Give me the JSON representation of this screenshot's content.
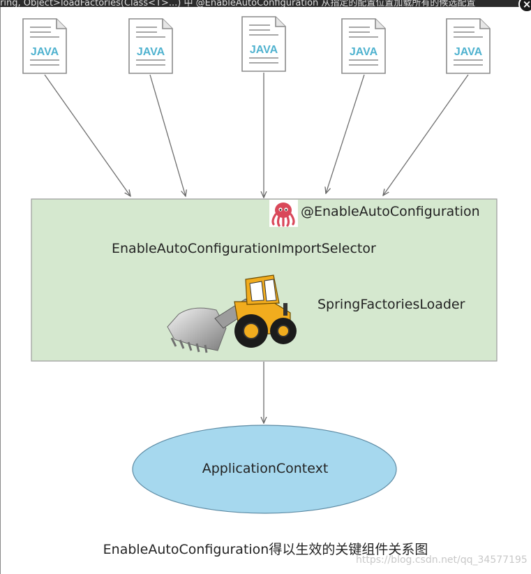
{
  "topbar": {
    "text": "ring, Object>loadFactories(Class<T>...) 中 @EnableAutoConfiguration 从指定的配置位置加载所有的候选配置"
  },
  "window": {
    "close_symbol": "×"
  },
  "java_file_icon": {
    "label": "JAVA",
    "count": 5
  },
  "container": {
    "annotation": "@EnableAutoConfiguration",
    "selector": "EnableAutoConfigurationImportSelector",
    "loader": "SpringFactoriesLoader",
    "fill_color": "#d5e8cf",
    "mascot_icon": "octopus-icon",
    "loader_icon": "wheel-loader-icon"
  },
  "context": {
    "label": "ApplicationContext",
    "fill_color": "#a6d8ee"
  },
  "caption": "EnableAutoConfiguration得以生效的关键组件关系图",
  "watermark": "https://blog.csdn.net/qq_34577195"
}
